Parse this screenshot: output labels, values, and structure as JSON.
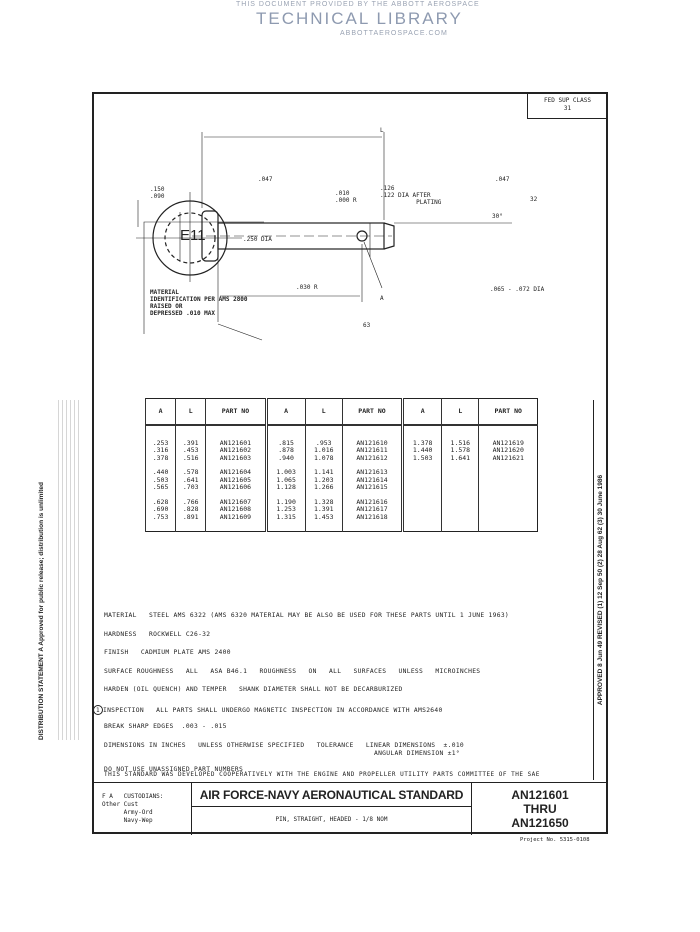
{
  "watermark": {
    "line1": "THIS DOCUMENT PROVIDED BY THE ABBOTT AEROSPACE",
    "line2": "TECHNICAL LIBRARY",
    "line3": "ABBOTTAEROSPACE.COM"
  },
  "fsc": {
    "label": "FED SUP CLASS",
    "value": "31"
  },
  "drawing": {
    "L": "L",
    "A": "A",
    "dim_047_left": ".047",
    "dim_047_right": ".047",
    "head_dia": ".250 DIA",
    "shank_dia": ".126\n.122 DIA AFTER\n          PLATING",
    "fillet": ".010\n.000 R",
    "corner_r": ".030 R",
    "hole": ".065 - .072 DIA",
    "chamfer": "30°",
    "finish1": "32",
    "finish2": "63",
    "head_dim": ".150\n.090",
    "id_marking": "E11",
    "id_note": "MATERIAL\nIDENTIFICATION PER AMS 2800\nRAISED OR\nDEPRESSED .010 MAX"
  },
  "table": {
    "headers": [
      "A",
      "L",
      "PART NO",
      "A",
      "L",
      "PART NO",
      "A",
      "L",
      "PART NO"
    ],
    "groups": [
      {
        "A": [
          ".253",
          ".316",
          ".378",
          ".440",
          ".503",
          ".565",
          ".628",
          ".690",
          ".753"
        ],
        "L": [
          ".391",
          ".453",
          ".516",
          ".578",
          ".641",
          ".703",
          ".766",
          ".828",
          ".891"
        ],
        "part": [
          "AN121601",
          "AN121602",
          "AN121603",
          "AN121604",
          "AN121605",
          "AN121606",
          "AN121607",
          "AN121608",
          "AN121609"
        ]
      },
      {
        "A": [
          ".815",
          ".878",
          ".940",
          "1.003",
          "1.065",
          "1.128",
          "1.190",
          "1.253",
          "1.315"
        ],
        "L": [
          ".953",
          "1.016",
          "1.078",
          "1.141",
          "1.203",
          "1.266",
          "1.328",
          "1.391",
          "1.453"
        ],
        "part": [
          "AN121610",
          "AN121611",
          "AN121612",
          "AN121613",
          "AN121614",
          "AN121615",
          "AN121616",
          "AN121617",
          "AN121618"
        ]
      },
      {
        "A": [
          "1.378",
          "1.440",
          "1.503"
        ],
        "L": [
          "1.516",
          "1.578",
          "1.641"
        ],
        "part": [
          "AN121619",
          "AN121620",
          "AN121621"
        ]
      }
    ]
  },
  "notes": [
    "MATERIAL   STEEL AMS 6322 (AMS 6320 MATERIAL MAY BE ALSO BE USED FOR THESE PARTS UNTIL 1 JUNE 1963)",
    "HARDNESS   ROCKWELL C26-32",
    "FINISH   CADMIUM PLATE AMS 2400",
    "SURFACE ROUGHNESS   ALL   ASA B46.1   ROUGHNESS   ON   ALL   SURFACES   UNLESS   MICROINCHES",
    "HARDEN (OIL QUENCH) AND TEMPER   SHANK DIAMETER SHALL NOT BE DECARBURIZED",
    "INSPECTION   ALL PARTS SHALL UNDERGO MAGNETIC INSPECTION IN ACCORDANCE WITH AMS2640",
    "BREAK SHARP EDGES  .003 - .015",
    "DIMENSIONS IN INCHES   UNLESS OTHERWISE SPECIFIED   TOLERANCE   LINEAR DIMENSIONS  ±.010",
    "DO NOT USE UNASSIGNED PART NUMBERS"
  ],
  "notes_angular": "ANGULAR DIMENSION ±1°",
  "inspection_rev": "1",
  "committee": "THIS STANDARD WAS DEVELOPED COOPERATIVELY WITH THE ENGINE AND PROPELLER UTILITY PARTS COMMITTEE OF THE SAE",
  "title_block": {
    "custodians": "F A   CUSTODIANS:\nOther Cust\n      Army-Ord\n      Navy-Wep",
    "title": "AIR FORCE-NAVY AERONAUTICAL STANDARD",
    "subtitle": "PIN, STRAIGHT, HEADED - 1/8 NOM",
    "number_from": "AN121601",
    "thru": "THRU",
    "number_to": "AN121650"
  },
  "footer": {
    "project": "Project No. 5315-0108"
  },
  "revision_strip": "APPROVED  8 Jun 49    REVISED  (1) 12 Sep 50  (2) 28 Aug 62  (3) 30 June 1986",
  "distribution": "DISTRIBUTION STATEMENT A  Approved for public release; distribution is unlimited"
}
